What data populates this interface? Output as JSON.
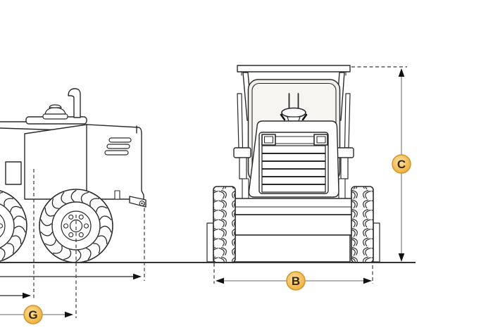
{
  "diagram": {
    "kind": "equipment-dimension-drawing",
    "background": "#ffffff",
    "stroke_color": "#2a2a2a",
    "dimension_line_color": "#9a9a9a",
    "extension_line_color": "#3a3a3a",
    "arrowhead_color": "#111111",
    "badge": {
      "fill": "#F2C05A",
      "fill_edge": "#EAA93C",
      "ring": "#D1952E",
      "text_color": "#3A2700"
    },
    "dimensions": {
      "b": "B",
      "c": "C",
      "g": "G"
    }
  }
}
